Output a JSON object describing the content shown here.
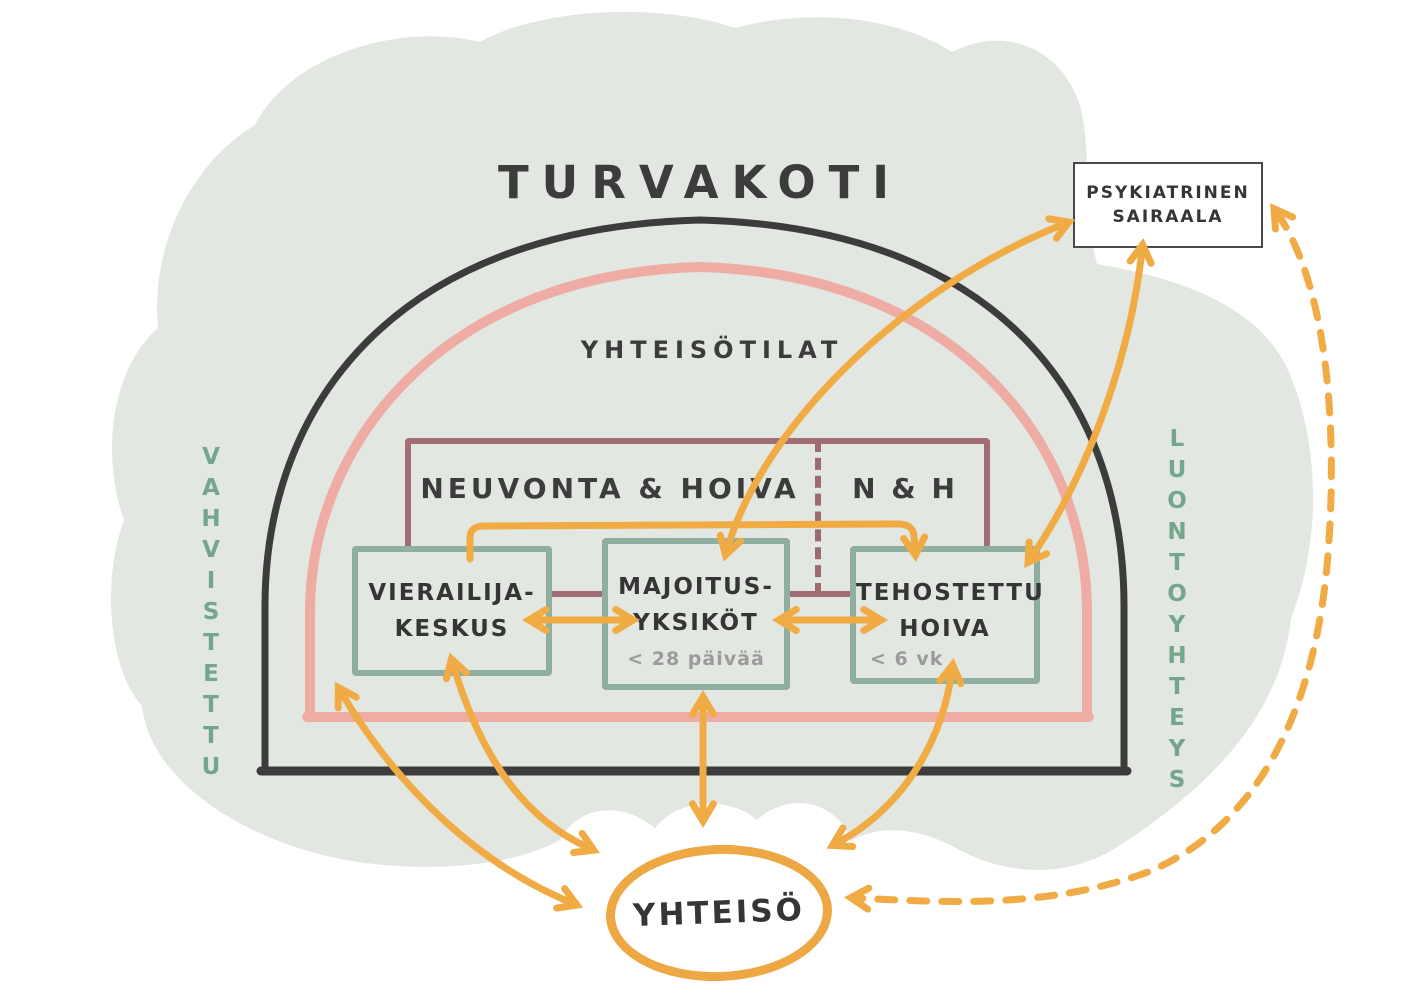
{
  "title": "TURVAKOTI",
  "shelter": {
    "inner_space_label": "YHTEISÖTILAT",
    "counseling": {
      "label": "NEUVONTA & HOIVA",
      "short_label": "N & H"
    },
    "units": {
      "visitor_center": {
        "line1": "VIERAILIJA-",
        "line2": "KESKUS"
      },
      "accommodation": {
        "line1": "MAJOITUS-",
        "line2": "YKSIKÖT",
        "note": "< 28 päivää"
      },
      "enhanced_care": {
        "line1": "TEHOSTETTU",
        "line2": "HOIVA",
        "note": "< 6 vk"
      }
    }
  },
  "side_labels": {
    "left": "VAHVISTETTU",
    "right": "LUONTOYHTEYS"
  },
  "external": {
    "psychiatric_hospital": {
      "line1": "PSYKIATRINEN",
      "line2": "SAIRAALA"
    }
  },
  "community": {
    "label": "YHTEISÖ"
  },
  "connections": [
    {
      "from": "neuvonta-hoiva",
      "to": "vierailija-keskus / tehostettu-hoiva",
      "style": "solid-line-with-down-arrows"
    },
    {
      "from": "vierailija-keskus",
      "to": "majoitus-yksiköt",
      "style": "double-arrow"
    },
    {
      "from": "majoitus-yksiköt",
      "to": "tehostettu-hoiva",
      "style": "double-arrow"
    },
    {
      "from": "majoitus-yksiköt",
      "to": "psykiatrinen-sairaala",
      "style": "double-arrow"
    },
    {
      "from": "tehostettu-hoiva",
      "to": "psykiatrinen-sairaala",
      "style": "double-arrow"
    },
    {
      "from": "psykiatrinen-sairaala",
      "to": "yhteisö",
      "style": "dashed-double-arrow"
    },
    {
      "from": "turvakoti-interior",
      "to": "yhteisö",
      "style": "double-arrow"
    },
    {
      "from": "vierailija-keskus",
      "to": "yhteisö",
      "style": "double-arrow"
    },
    {
      "from": "majoitus-yksiköt",
      "to": "yhteisö",
      "style": "double-arrow"
    },
    {
      "from": "tehostettu-hoiva",
      "to": "yhteisö",
      "style": "double-arrow"
    }
  ],
  "colors": {
    "orange": "#f0ab44",
    "pink_arch": "#eeaca5",
    "maroon_box": "#a26d74",
    "green_box": "#8fae9f",
    "green_text": "#74a68e",
    "dark_line": "#3c3c3c",
    "background_blob": "#e3e7e1",
    "note_gray": "#9b9b9b"
  }
}
